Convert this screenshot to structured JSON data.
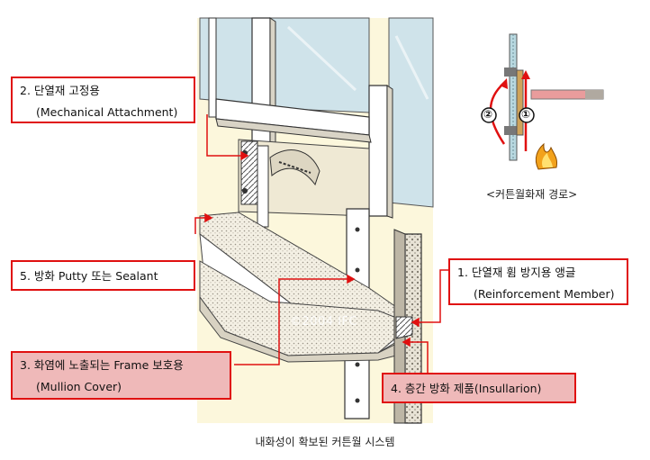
{
  "callouts": {
    "c2": {
      "line1": "2. 단열재 고정용",
      "line2": "(Mechanical Attachment)"
    },
    "c5": {
      "line1": "5. 방화 Putty 또는 Sealant"
    },
    "c1": {
      "line1": "1. 단열재 휨 방지용 앵글",
      "line2": "(Reinforcement Member)"
    },
    "c3": {
      "line1": "3. 화염에 노출되는 Frame 보호용",
      "line2": "(Mullion Cover)"
    },
    "c4": {
      "line1": "4. 층간 방화 제품(Insullarion)"
    }
  },
  "fire_route": {
    "caption": "<커튼월화재 경로>",
    "markers": [
      "①",
      "②"
    ]
  },
  "watermark": "©2004 IFC",
  "caption": "내화성이 확보된 커튼월 시스템",
  "colors": {
    "callout_border": "#e01010",
    "callout_highlight": "#efb9b9",
    "panel_bg": "#fcf7dc",
    "glass": "#cfe3ea"
  }
}
